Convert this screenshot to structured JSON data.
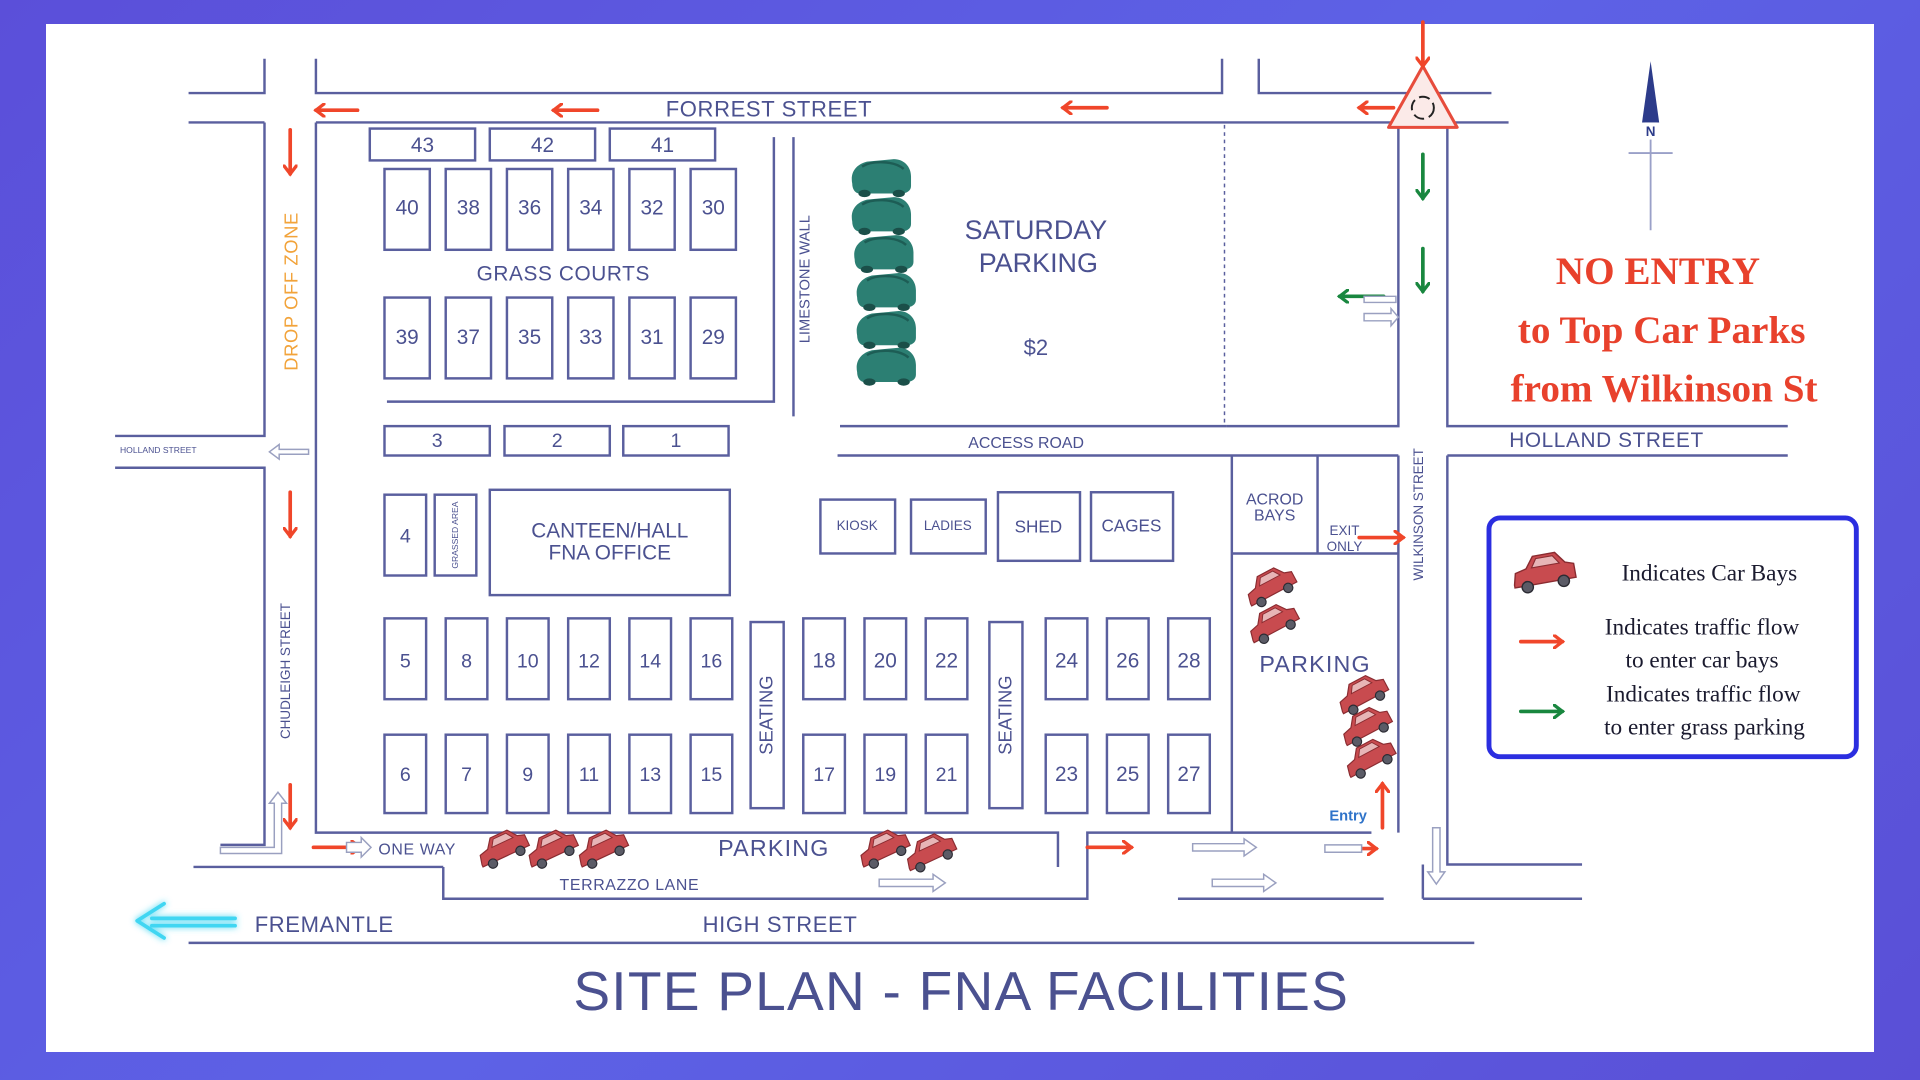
{
  "colors": {
    "background": "#5a55d9",
    "sheet": "#ffffff",
    "line": "#5a5f9e",
    "text": "#4b5190",
    "car_bay_arrow": "#f0462a",
    "grass_arrow": "#19873f",
    "drop_off": "#f2a33a",
    "no_entry": "#e8412c",
    "bush": "#2c7f73",
    "car": "#c84b4f",
    "legend_border": "#2b2ee0",
    "fremantle_arrow": "#3fd6f2",
    "entry_text": "#2f73c9"
  },
  "map": {
    "title": "SITE PLAN - FNA FACILITIES",
    "streets": {
      "forrest": "FORREST STREET",
      "holland_left": "HOLLAND STREET",
      "holland_right": "HOLLAND STREET",
      "chudleigh": "CHUDLEIGH STREET",
      "wilkinson": "WILKINSON STREET",
      "high": "HIGH STREET",
      "terrazzo": "TERRAZZO LANE",
      "access_road": "ACCESS ROAD",
      "fremantle": "FREMANTLE"
    },
    "labels": {
      "drop_off_zone": "DROP OFF ZONE",
      "limestone_wall": "LIMESTONE WALL",
      "saturday_parking_1": "SATURDAY",
      "saturday_parking_2": "PARKING",
      "saturday_price": "$2",
      "grass_courts": "GRASS COURTS",
      "canteen_1": "CANTEEN/HALL",
      "canteen_2": "FNA OFFICE",
      "grassed_area": "GRASSED AREA",
      "kiosk": "KIOSK",
      "ladies": "LADIES",
      "shed": "SHED",
      "cages": "CAGES",
      "acrod_1": "ACROD",
      "acrod_2": "BAYS",
      "exit_1": "EXIT",
      "exit_2": "ONLY",
      "parking_right": "PARKING",
      "parking_bottom": "PARKING",
      "one_way": "ONE WAY",
      "seating": "SEATING",
      "entry": "Entry",
      "compass_n": "N"
    },
    "courts": {
      "top_row": [
        "43",
        "42",
        "41"
      ],
      "grass_upper": [
        "40",
        "38",
        "36",
        "34",
        "32",
        "30"
      ],
      "grass_lower": [
        "39",
        "37",
        "35",
        "33",
        "31",
        "29"
      ],
      "mid_row": [
        "3",
        "2",
        "1"
      ],
      "court_4": "4",
      "row_a_left": [
        "5",
        "8",
        "10",
        "12",
        "14",
        "16"
      ],
      "row_b_left": [
        "6",
        "7",
        "9",
        "11",
        "13",
        "15"
      ],
      "row_a_mid": [
        "18",
        "20",
        "22"
      ],
      "row_b_mid": [
        "17",
        "19",
        "21"
      ],
      "row_a_right": [
        "24",
        "26",
        "28"
      ],
      "row_b_right": [
        "23",
        "25",
        "27"
      ]
    }
  },
  "notice": {
    "line1": "NO ENTRY",
    "line2": "to Top Car Parks",
    "line3": "from Wilkinson St"
  },
  "legend": {
    "car_bays": "Indicates Car Bays",
    "red_1": "Indicates traffic flow",
    "red_2": "to enter car bays",
    "green_1": "Indicates traffic flow",
    "green_2": "to enter grass parking"
  }
}
